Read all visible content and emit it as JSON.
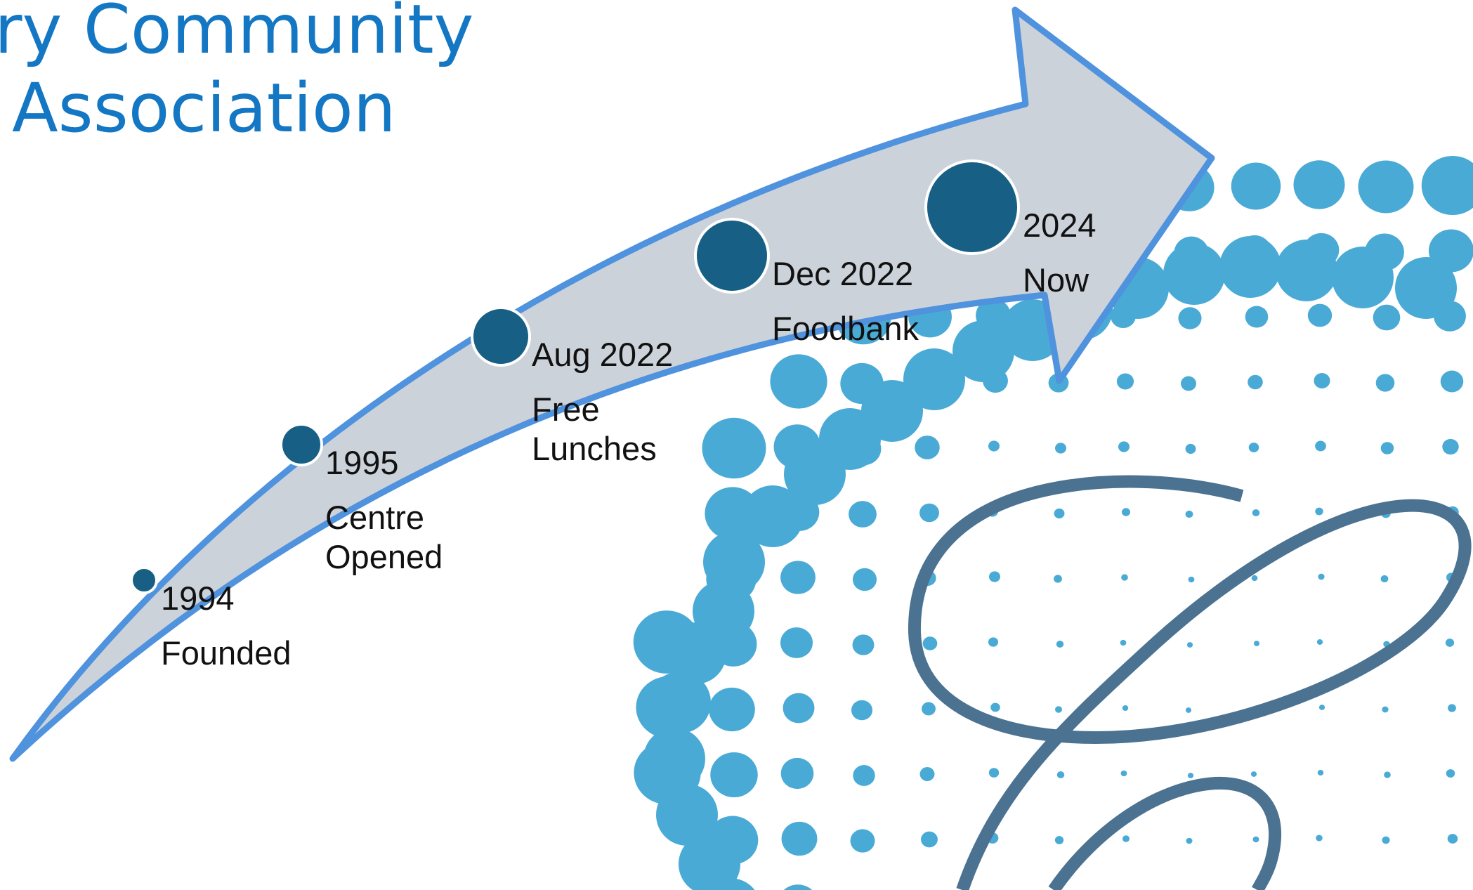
{
  "title": {
    "line1": "ry Community",
    "line2": "Association"
  },
  "colors": {
    "title": "#1377c4",
    "arrow_fill": "#ccd2da",
    "arrow_stroke": "#4f92dd",
    "milestone_dot": "#175f84",
    "logo_dots": "#4aaad6",
    "logo_script": "#4c7291"
  },
  "milestones": [
    {
      "year": "1994",
      "label_lines": [
        "Founded"
      ]
    },
    {
      "year": "1995",
      "label_lines": [
        "Centre",
        "Opened"
      ]
    },
    {
      "year": "Aug 2022",
      "label_lines": [
        "Free",
        "Lunches"
      ]
    },
    {
      "year": "Dec 2022",
      "label_lines": [
        "Foodbank"
      ]
    },
    {
      "year": "2024",
      "label_lines": [
        "Now"
      ]
    }
  ],
  "logo": {
    "icon": "dotted-circle-script-c-logo"
  }
}
